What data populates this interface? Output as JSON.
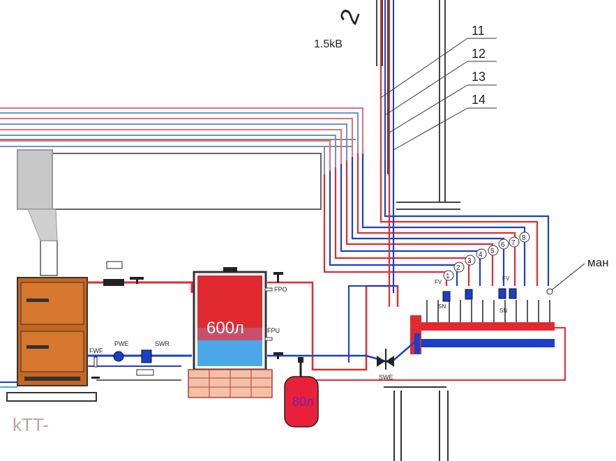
{
  "labels": {
    "heading_fragment": "2",
    "power": "1.5kB",
    "tank_big": "600л",
    "tank_exp": "80л",
    "boiler": "kTT-",
    "manifold": "ман",
    "fwf": "FWF",
    "pwe": "PWE",
    "swr": "SWR",
    "fpo": "FPO",
    "fpu": "FPU",
    "swe": "SWE",
    "fv_left": "FV",
    "sn_left": "SN",
    "fv_right": "FV",
    "sn_right": "SN"
  },
  "callouts": [
    "11",
    "12",
    "13",
    "14"
  ],
  "circuits": [
    "1",
    "2",
    "3",
    "4",
    "5",
    "6",
    "7",
    "8"
  ],
  "colors": {
    "supply": "#e0202a",
    "return": "#1a3fc8",
    "boiler": "#c8651e",
    "tank_hot": "#e02a30",
    "tank_cold": "#4aa8e8",
    "exp_tank": "#e8203a",
    "exp_text": "#7a1fb0"
  }
}
